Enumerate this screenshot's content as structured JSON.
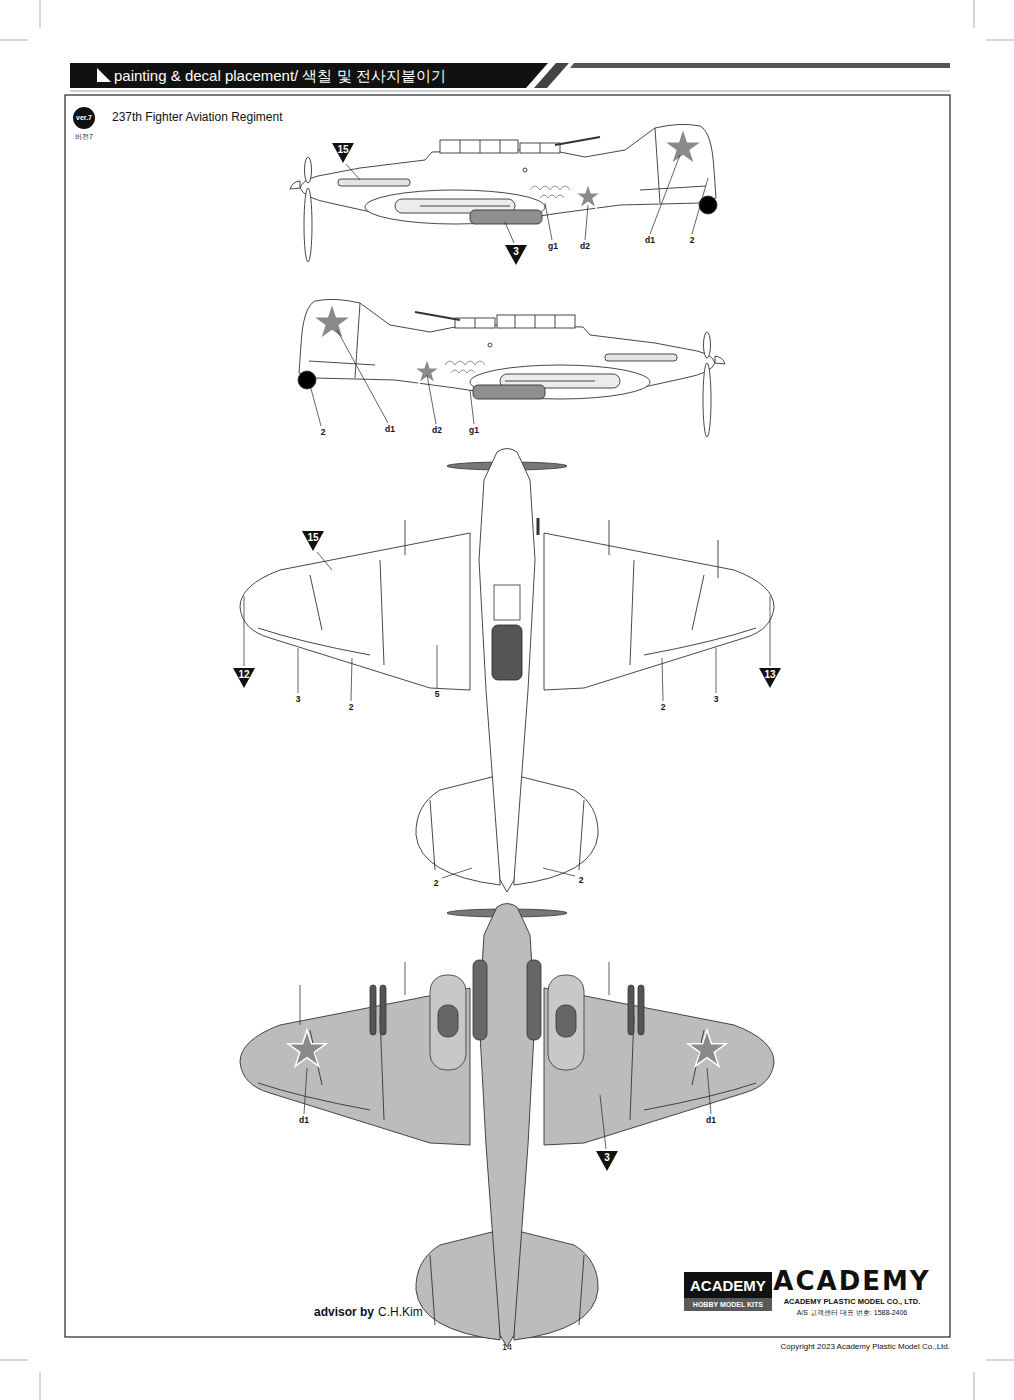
{
  "diagram": {
    "nodes": [
      {
        "text": [
          "painting & decal placement/ 색칠 및 전사지붙이기"
        ]
      },
      {
        "text": [
          "ver.7"
        ]
      },
      {
        "text": [
          "15"
        ]
      },
      {
        "text": [
          "3"
        ]
      },
      {
        "text": [
          "15"
        ]
      },
      {
        "text": [
          "12"
        ]
      },
      {
        "text": [
          "13"
        ]
      },
      {
        "text": [
          "3"
        ]
      },
      {
        "text": [
          "ACADEMY",
          "HOBBY MODEL KITS"
        ]
      }
    ],
    "labels": [
      "237th Fighter Aviation Regiment",
      "버전7",
      "g1",
      "d2",
      "d1",
      "2",
      "2",
      "d1",
      "d2",
      "g1",
      "3",
      "2",
      "5",
      "2",
      "3",
      "2",
      "2",
      "d1",
      "d1",
      "advisor by",
      "C.H.Kim",
      "ACADEMY",
      "ACADEMY PLASTIC MODEL CO., LTD.",
      "A/S 고객센터 대표 번호: 1588-2406",
      "14",
      "Copyright 2023 Academy Plastic Model Co.,Ltd."
    ]
  }
}
